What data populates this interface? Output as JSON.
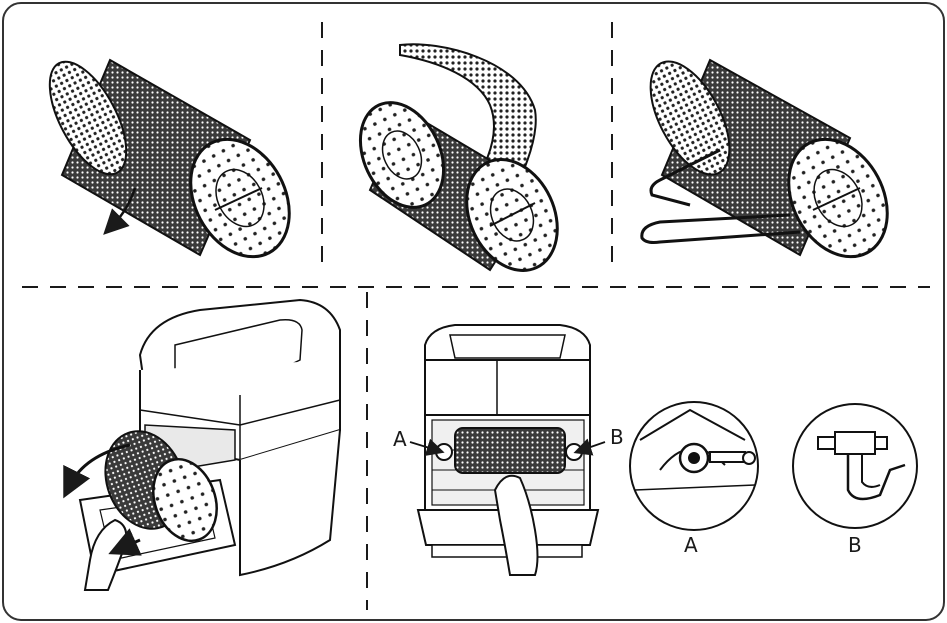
{
  "labels": {
    "callout_a": "A",
    "callout_b": "B",
    "detail_a": "A",
    "detail_b": "B"
  },
  "colors": {
    "line": "#1a1a1a",
    "frame": "#333333",
    "mesh": "#222222",
    "background": "#ffffff"
  },
  "panels": [
    {
      "name": "basket-lid-open-arrow",
      "icon": "rotisserie-basket-icon"
    },
    {
      "name": "basket-lid-opened",
      "icon": "rotisserie-basket-open-icon"
    },
    {
      "name": "basket-with-fork-handle",
      "icon": "basket-handle-icon"
    },
    {
      "name": "insert-basket-into-airfryer",
      "icon": "air-fryer-icon"
    },
    {
      "name": "mount-basket-on-brackets",
      "icon": "air-fryer-front-icon"
    }
  ]
}
